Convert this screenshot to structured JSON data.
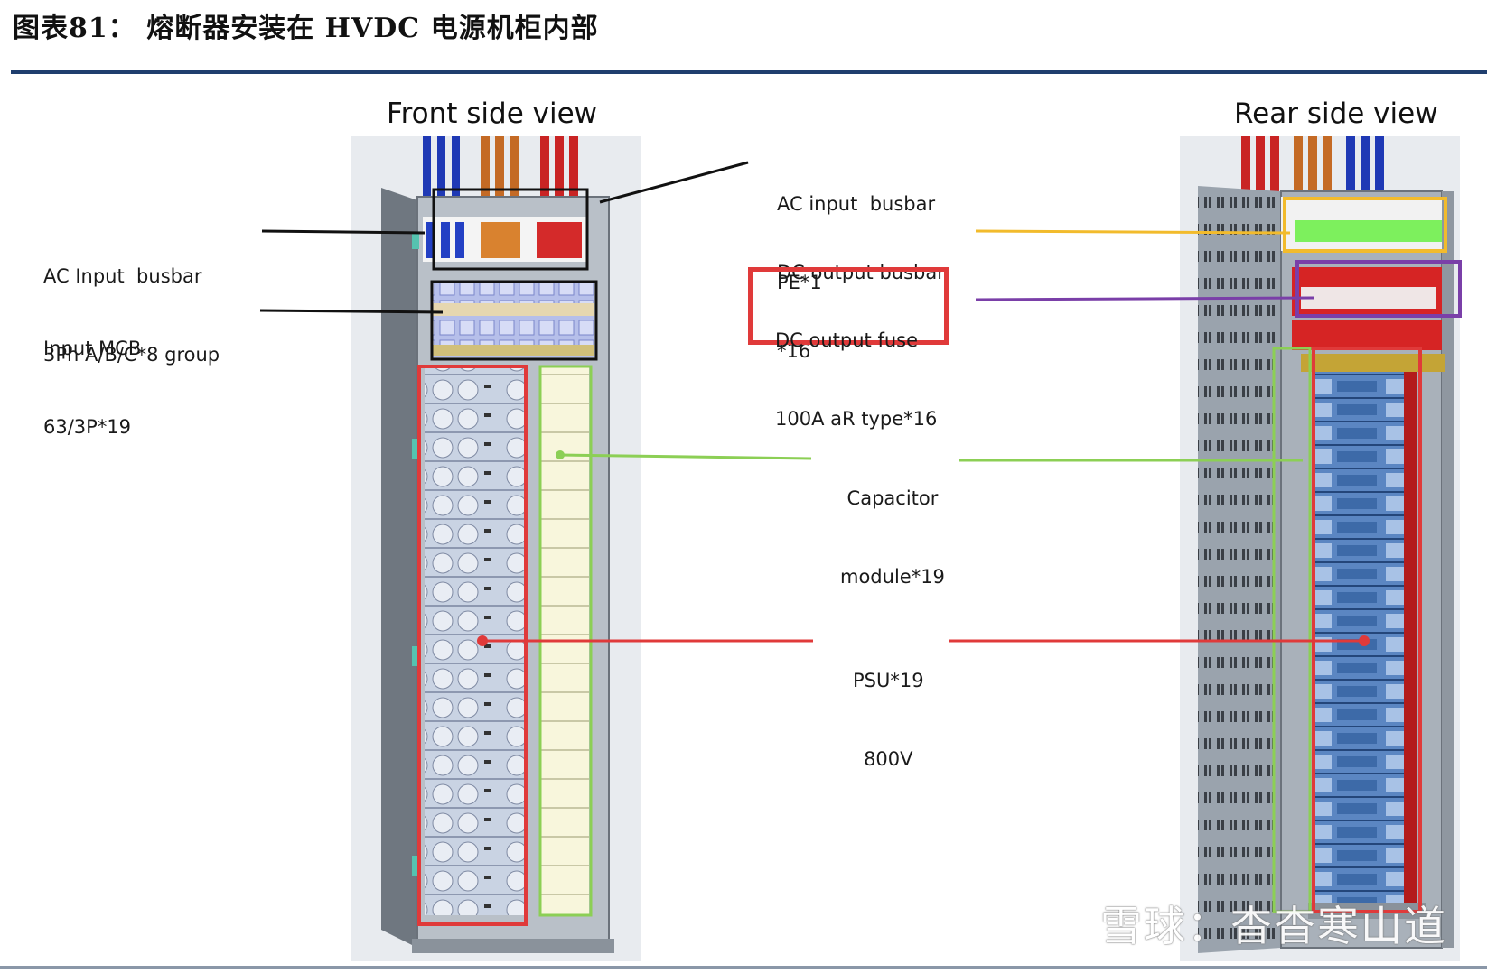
{
  "figure": {
    "title": "图表81：  熔断器安装在 HVDC 电源机柜内部"
  },
  "views": {
    "front_title": "Front side  view",
    "rear_title": "Rear side view"
  },
  "labels": {
    "ac_input_busbar_group": [
      "AC Input  busbar",
      "3Ph A/B/C*8 group"
    ],
    "input_mcb": [
      "Input MCB",
      "63/3P*19"
    ],
    "ac_input_busbar_pe": [
      "AC input  busbar",
      "PE*1"
    ],
    "dc_output_busbar": [
      "DC output busbar",
      "*16"
    ],
    "dc_output_fuse": [
      "DC output fuse",
      "100A aR type*16"
    ],
    "capacitor_module": [
      "Capacitor",
      "module*19"
    ],
    "psu": [
      "PSU*19",
      "800V"
    ]
  },
  "colors": {
    "rule": "#1f3e6e",
    "red": "#e03a3a",
    "green": "#8ccf55",
    "yellow": "#f2bb2c",
    "purple": "#7a3fa8",
    "black": "#111111"
  },
  "watermark": "雪球：杳杳寒山道"
}
